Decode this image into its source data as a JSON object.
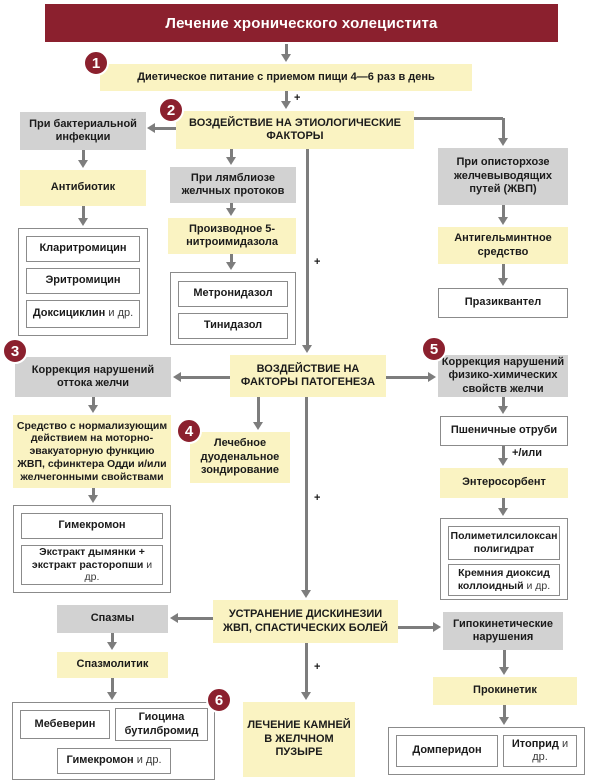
{
  "title": "Лечение хронического холецистита",
  "badges": [
    "1",
    "2",
    "3",
    "4",
    "5",
    "6"
  ],
  "labels": {
    "plus": "+",
    "plus_or": "+/или",
    "etc": "и др."
  },
  "colors": {
    "maroon": "#8b202e",
    "yellow": "#faf3c2",
    "gray": "#d2d2d2",
    "arrow": "#7d7d7d"
  },
  "nodes": {
    "diet": "Диетическое питание с приемом пищи 4—6 раз в день",
    "etio": "ВОЗДЕЙСТВИЕ НА ЭТИОЛОГИЧЕСКИЕ ФАКТОРЫ",
    "bact": "При бактериальной инфекции",
    "antibiotic": "Антибиотик",
    "clarithromycin": "Кларитромицин",
    "erythromycin": "Эритромицин",
    "doxycycline": "Доксициклин",
    "giardia": "При лямблиозе желчных протоков",
    "nitro": "Производное 5-нитроимидазола",
    "metronidazole": "Метронидазол",
    "tinidazole": "Тинидазол",
    "opisthorchiasis": "При описторхозе желчевыводящих путей (ЖВП)",
    "anthelmintic": "Антигельминтное средство",
    "praziquantel": "Празиквантел",
    "bile_outflow": "Коррекция нарушений оттока желчи",
    "pathogenesis": "ВОЗДЕЙСТВИЕ НА ФАКТОРЫ ПАТОГЕНЕЗА",
    "physchem": "Коррекция нарушений физико-химических свойств желчи",
    "normalizing": "Средство с нормализующим действием на моторно-эвакуаторную функцию ЖВП, сфинктера Одди и/или желчегонными свойствами",
    "hymecromone": "Гимекромон",
    "fumitory": "Экстракт дымянки + экстракт расторопши",
    "duodenal": "Лечебное дуоденальное зондирование",
    "bran": "Пшеничные отруби",
    "enterosorbent": "Энтеросорбент",
    "polymethylsiloxane": "Полиметилсилоксан полигидрат",
    "silica": "Кремния диоксид коллоидный",
    "dyskinesia": "УСТРАНЕНИЕ ДИСКИНЕЗИИ ЖВП, СПАСТИЧЕСКИХ БОЛЕЙ",
    "spasms": "Спазмы",
    "spasmolytic": "Спазмолитик",
    "mebeverine": "Мебеверин",
    "hyoscine": "Гиоцина бутилбромид",
    "hymecromone2": "Гимекромон",
    "hypokinetic": "Гипокинетические нарушения",
    "prokinetic": "Прокинетик",
    "domperidone": "Домперидон",
    "itopride": "Итоприд",
    "gallstones": "ЛЕЧЕНИЕ КАМНЕЙ В ЖЕЛЧНОМ ПУЗЫРЕ"
  }
}
